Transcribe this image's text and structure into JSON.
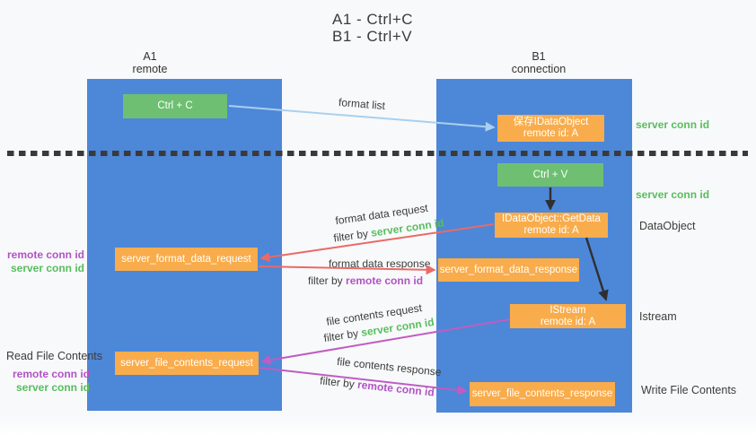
{
  "title": {
    "line1": "A1 - Ctrl+C",
    "line2": "B1 - Ctrl+V"
  },
  "lifelines": {
    "a1": {
      "id": "A1",
      "role": "remote"
    },
    "b1": {
      "id": "B1",
      "role": "connection"
    }
  },
  "nodes": {
    "ctrl_c": {
      "label": "Ctrl + C"
    },
    "ctrl_v": {
      "label": "Ctrl + V"
    },
    "save_idataobject": {
      "line1": "保存IDataObject",
      "line2": "remote id: A"
    },
    "idataobject_getdata": {
      "line1": "IDataObject::GetData",
      "line2": "remote id: A"
    },
    "istream": {
      "line1": "IStream",
      "line2": "remote id: A"
    },
    "server_format_data_request": {
      "label": "server_format_data_request"
    },
    "server_format_data_response": {
      "label": "server_format_data_response"
    },
    "server_file_contents_request": {
      "label": "server_file_contents_request"
    },
    "server_file_contents_response": {
      "label": "server_file_contents_response"
    }
  },
  "messages": {
    "format_list": {
      "label": "format list"
    },
    "format_data_request": {
      "label": "format data request",
      "filter_prefix": "filter by",
      "filter_key": "server conn id"
    },
    "format_data_response": {
      "label": "format data response",
      "filter_prefix": "filter by",
      "filter_key": "remote conn id"
    },
    "file_contents_request": {
      "label": "file contents request",
      "filter_prefix": "filter by",
      "filter_key": "server conn id"
    },
    "file_contents_response": {
      "label": "file contents response",
      "filter_prefix": "filter by",
      "filter_key": "remote conn id"
    }
  },
  "annotations": {
    "left_format": {
      "remote": "remote conn id",
      "server": "server conn id"
    },
    "left_file_title": "Read File Contents",
    "left_file": {
      "remote": "remote conn id",
      "server": "server conn id"
    },
    "right_server_conn_top": "server conn id",
    "right_server_conn_mid": "server conn id",
    "right_dataobject": "DataObject",
    "right_istream": "Istream",
    "right_write_file": "Write File Contents"
  },
  "colors": {
    "lifeline_blue": "#4d87d8",
    "action_green": "#6ebf72",
    "object_orange": "#f9ac4b",
    "server_key_green": "#58bd5e",
    "remote_key_purple": "#b153c6",
    "format_arrow_red": "#e96a66",
    "file_arrow_magenta": "#c05cc2",
    "format_list_arrow_blue": "#a9d0ee",
    "plain_arrow_black": "#2f2f2f"
  }
}
